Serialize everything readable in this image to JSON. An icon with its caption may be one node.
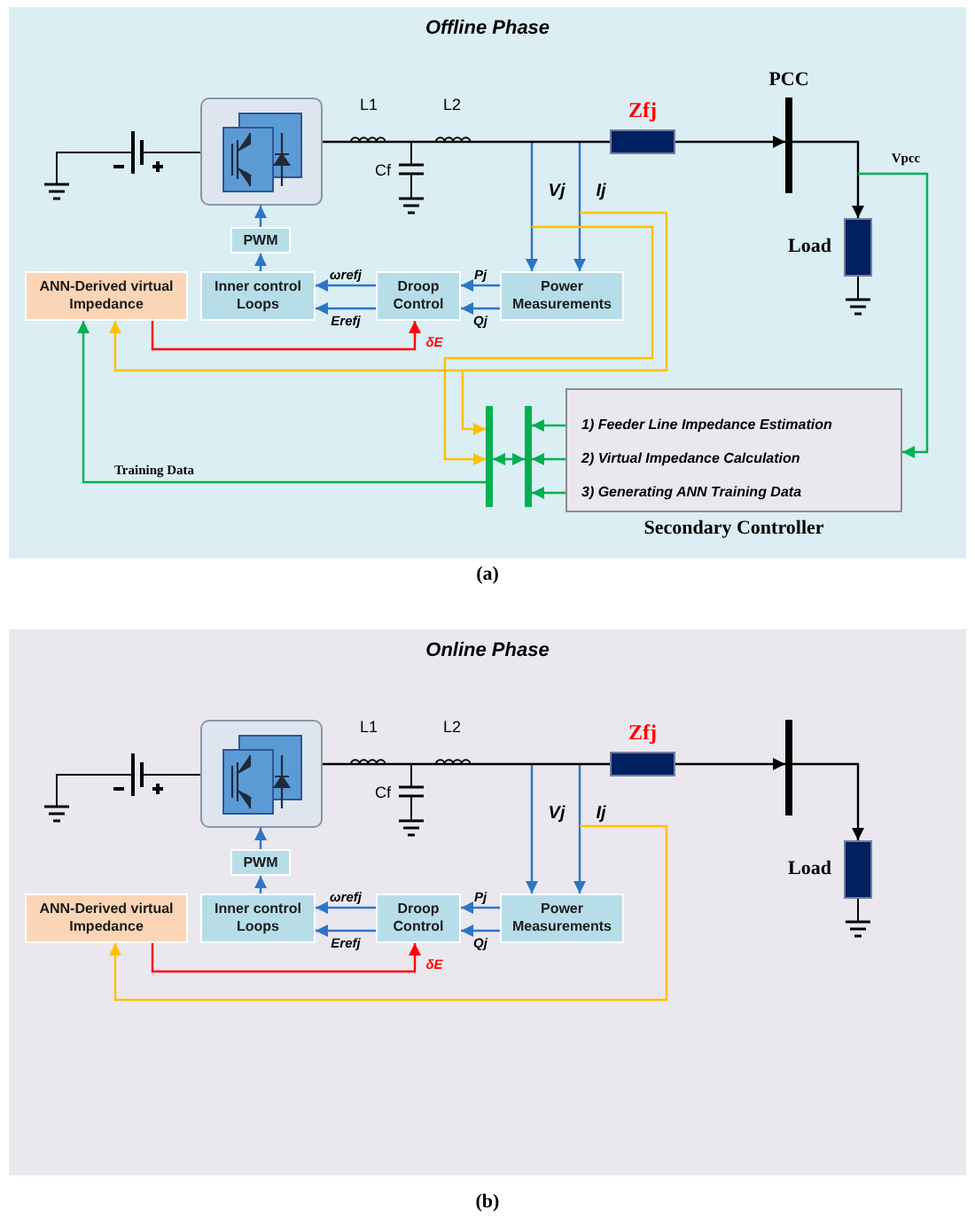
{
  "diagram": {
    "nodes": [
      {
        "text": [
          "Offline Phase"
        ]
      },
      {
        "text": [],
        "shape": "box",
        "in": 0
      },
      {
        "text": [
          "PWM"
        ],
        "in": 0
      },
      {
        "text": [
          "Inner control Loops"
        ],
        "in": 0
      },
      {
        "text": [
          "Droop Control"
        ],
        "in": 0
      },
      {
        "text": [
          "Power Measurements"
        ],
        "in": 0
      },
      {
        "text": [
          "ANN-Derived virtual Impedance"
        ],
        "in": 0
      },
      {
        "text": [
          "Zfj"
        ],
        "in": 0
      },
      {
        "text": [
          "PCC"
        ],
        "in": 0
      },
      {
        "text": [
          "Load"
        ],
        "in": 0
      },
      {
        "text": [],
        "shape": "bar",
        "in": 0
      },
      {
        "text": [],
        "shape": "bar",
        "in": 0
      },
      {
        "text": [
          "1) Feeder Line Impedance Estimation",
          "2) Virtual Impedance Calculation",
          "3) Generating ANN Training Data",
          "Secondary Controller"
        ],
        "in": 0
      },
      {
        "text": [
          "Online Phase"
        ]
      },
      {
        "text": [],
        "shape": "box",
        "in": 13
      },
      {
        "text": [
          "PWM"
        ],
        "in": 13
      },
      {
        "text": [
          "Inner control Loops"
        ],
        "in": 13
      },
      {
        "text": [
          "Droop Control"
        ],
        "in": 13
      },
      {
        "text": [
          "Power Measurements"
        ],
        "in": 13
      },
      {
        "text": [
          "ANN-Derived virtual Impedance"
        ],
        "in": 13
      },
      {
        "text": [
          "Zfj"
        ],
        "in": 13
      },
      {
        "text": [],
        "shape": "bar",
        "in": 13
      },
      {
        "text": [
          "Load"
        ],
        "in": 13
      }
    ],
    "edges": [
      {
        "from": 2,
        "to": 1,
        "arrow": "to"
      },
      {
        "from": 3,
        "to": 2,
        "arrow": "to"
      },
      {
        "from": 4,
        "to": 3,
        "arrow": "to",
        "label": "ωrefj"
      },
      {
        "from": 4,
        "to": 3,
        "arrow": "to",
        "label": "Erefj"
      },
      {
        "from": 5,
        "to": 4,
        "arrow": "to",
        "label": "Pj"
      },
      {
        "from": 5,
        "to": 4,
        "arrow": "to",
        "label": "Qj"
      },
      {
        "from": null,
        "to": 5,
        "arrow": "to",
        "label": "Vj"
      },
      {
        "from": null,
        "to": 5,
        "arrow": "to",
        "label": "Ij"
      },
      {
        "from": 6,
        "to": 4,
        "arrow": "to",
        "label": "δE",
        "color": "#ff0000"
      },
      {
        "from": 7,
        "to": 8,
        "arrow": "to",
        "color": "#000000"
      },
      {
        "from": 8,
        "to": 9,
        "arrow": "to",
        "color": "#000000"
      },
      {
        "from": null,
        "to": 6,
        "arrow": "to",
        "color": "#ffc000"
      },
      {
        "from": null,
        "to": 10,
        "arrow": "to",
        "color": "#ffc000"
      },
      {
        "from": null,
        "to": 10,
        "arrow": "to",
        "color": "#ffc000"
      },
      {
        "from": 11,
        "to": 10,
        "arrow": "both",
        "color": "#00b050"
      },
      {
        "from": 12,
        "to": 11,
        "arrow": "to",
        "color": "#00b050"
      },
      {
        "from": 12,
        "to": 11,
        "arrow": "to",
        "color": "#00b050"
      },
      {
        "from": 12,
        "to": 11,
        "arrow": "to",
        "color": "#00b050"
      },
      {
        "from": 10,
        "to": 6,
        "arrow": "to",
        "label": "Training Data",
        "color": "#00b050"
      },
      {
        "from": null,
        "to": 12,
        "arrow": "to",
        "label": "Vpcc",
        "color": "#00b050"
      },
      {
        "from": 15,
        "to": 14,
        "arrow": "to"
      },
      {
        "from": 16,
        "to": 15,
        "arrow": "to"
      },
      {
        "from": 17,
        "to": 16,
        "arrow": "to",
        "label": "ωrefj"
      },
      {
        "from": 17,
        "to": 16,
        "arrow": "to",
        "label": "Erefj"
      },
      {
        "from": 18,
        "to": 17,
        "arrow": "to",
        "label": "Pj"
      },
      {
        "from": 18,
        "to": 17,
        "arrow": "to",
        "label": "Qj"
      },
      {
        "from": null,
        "to": 18,
        "arrow": "to",
        "label": "Vj"
      },
      {
        "from": null,
        "to": 18,
        "arrow": "to",
        "label": "Ij"
      },
      {
        "from": 19,
        "to": 17,
        "arrow": "to",
        "label": "δE",
        "color": "#ff0000"
      },
      {
        "from": 20,
        "to": 21,
        "arrow": "to",
        "color": "#000000"
      },
      {
        "from": 21,
        "to": 22,
        "arrow": "to",
        "color": "#000000"
      },
      {
        "from": null,
        "to": 19,
        "arrow": "to",
        "color": "#ffc000"
      },
      {
        "from": 1,
        "to": 7,
        "arrow": "none",
        "color": "#000000"
      },
      {
        "from": 14,
        "to": 20,
        "arrow": "none",
        "color": "#000000"
      }
    ],
    "labels": [
      "L1",
      "L2",
      "Cf",
      "(a)",
      "L1",
      "L2",
      "Cf",
      "(b)"
    ]
  }
}
